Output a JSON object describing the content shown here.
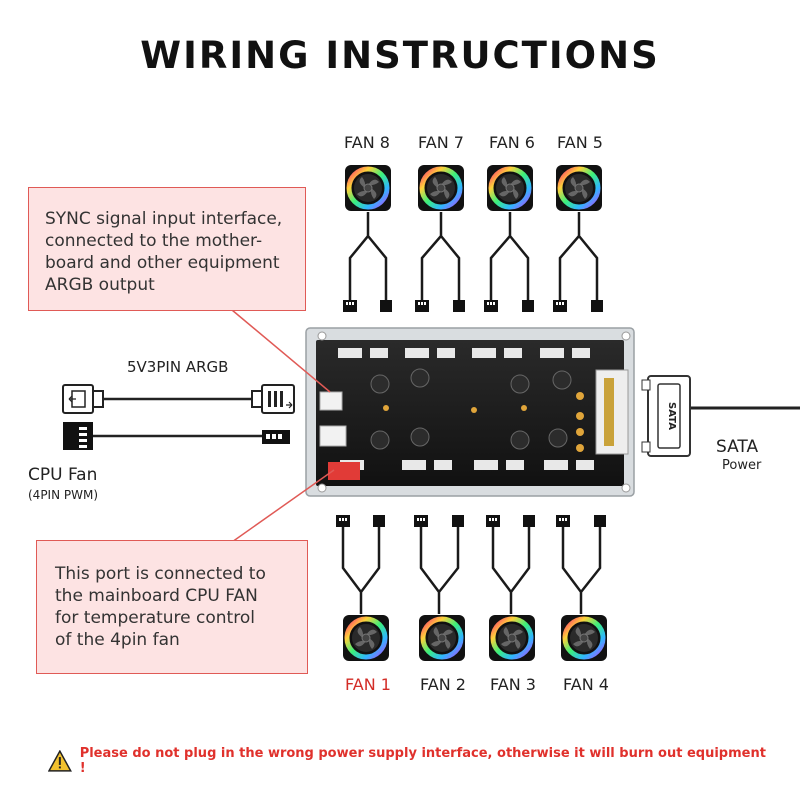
{
  "title": "WIRING INSTRUCTIONS",
  "top_fans": [
    "FAN 8",
    "FAN 7",
    "FAN 6",
    "FAN 5"
  ],
  "bottom_fans": [
    "FAN 1",
    "FAN 2",
    "FAN 3",
    "FAN 4"
  ],
  "sync_callout": "SYNC signal input interface,\nconnected to the mother-\nboard and other equipment\nARGB output",
  "argb_label": "5V3PIN ARGB",
  "cpu_fan_label": "CPU Fan",
  "cpu_fan_sub": "(4PIN PWM)",
  "cpu_callout": "This port is connected to\nthe mainboard CPU FAN\nfor temperature control\nof the 4pin fan",
  "sata_label": "SATA",
  "sata_sub": "Power",
  "sata_connector_text": "SATA",
  "warning": "Please do not plug in the wrong power supply interface, otherwise it will burn out equipment !",
  "colors": {
    "accent_red": "#d32d27",
    "callout_bg": "#fde3e3",
    "callout_border": "#e05a56",
    "board": "#1b1b1b"
  }
}
